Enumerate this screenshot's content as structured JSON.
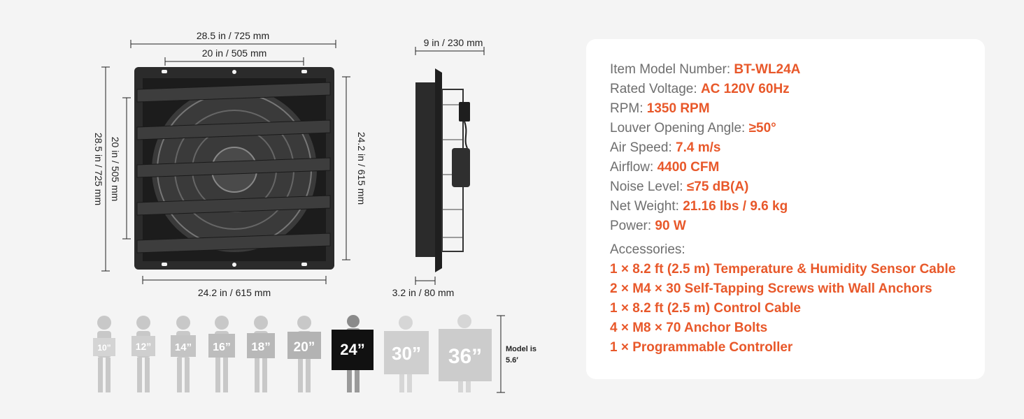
{
  "dimensions": {
    "front_overall_width": "28.5 in / 725 mm",
    "front_inner_width": "20 in / 505 mm",
    "front_overall_height": "28.5 in / 725 mm",
    "front_inner_height": "20 in / 505 mm",
    "front_side_height": "24.2 in / 615 mm",
    "front_bottom_width": "24.2 in / 615 mm",
    "side_depth": "9 in / 230 mm",
    "side_flange": "3.2 in / 80 mm"
  },
  "size_comparison": {
    "sizes": [
      "10”",
      "12”",
      "14”",
      "16”",
      "18”",
      "20”",
      "24”",
      "30”",
      "36”"
    ],
    "highlighted": "24”",
    "model_note_line1": "Model is",
    "model_note_line2": "5.6′"
  },
  "specs": [
    {
      "label": "Item Model Number: ",
      "value": "BT-WL24A"
    },
    {
      "label": "Rated Voltage: ",
      "value": "AC 120V 60Hz"
    },
    {
      "label": "RPM: ",
      "value": "1350 RPM"
    },
    {
      "label": "Louver Opening Angle: ",
      "value": "≥50°"
    },
    {
      "label": "Air Speed: ",
      "value": "7.4 m/s"
    },
    {
      "label": "Airflow: ",
      "value": "4400 CFM"
    },
    {
      "label": "Noise Level: ",
      "value": "≤75 dB(A)"
    },
    {
      "label": "Net Weight: ",
      "value": "21.16 lbs /  9.6 kg"
    },
    {
      "label": "Power: ",
      "value": "90 W"
    }
  ],
  "accessories": {
    "title": "Accessories:",
    "items": [
      "1 × 8.2 ft (2.5 m) Temperature & Humidity Sensor Cable",
      "2 × M4 × 30 Self-Tapping Screws with Wall Anchors",
      "1 × 8.2 ft (2.5 m) Control Cable",
      "4 × M8 × 70 Anchor Bolts",
      "1 × Programmable Controller"
    ]
  },
  "colors": {
    "accent": "#e8582a",
    "label_gray": "#6e6e6e",
    "fan_body": "#2b2b2b",
    "figure_gray": "#c8c8c8",
    "board_dark": "#111111"
  }
}
